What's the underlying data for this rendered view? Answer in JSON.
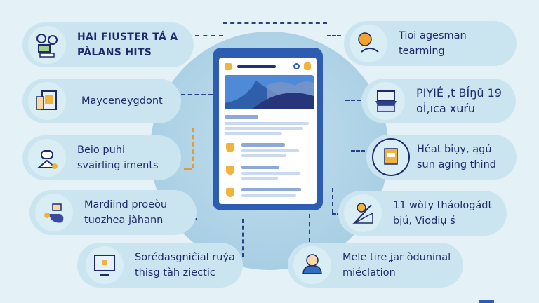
{
  "left_items": [
    {
      "icon": "settings-computer-icon",
      "lines": [
        "HAI FIUSTER TÁ A",
        "PÀLANS HITS"
      ]
    },
    {
      "icon": "document-card-icon",
      "lines": [
        "Mayceneygdont"
      ]
    },
    {
      "icon": "robot-face-icon",
      "lines": [
        "Beio puhi",
        "svairling iments"
      ]
    },
    {
      "icon": "lock-hand-icon",
      "lines": [
        "Mardiind proeòu",
        "tuozhea jàhann"
      ]
    },
    {
      "icon": "monitor-icon",
      "lines": [
        "Sorédasgniĉial ruýa",
        "thisg tàh ziectic"
      ]
    }
  ],
  "right_items": [
    {
      "icon": "coin-bag-icon",
      "lines": [
        "Tioi agesman",
        "tearming"
      ]
    },
    {
      "icon": "storefront-icon",
      "lines": [
        "PIYIÉ ‚t BÍŋŭ 19",
        "oÍ‚ıca xuŕu"
      ]
    },
    {
      "icon": "clipboard-icon",
      "lines": [
        "Héat biụy, ągú",
        "sun aging thind"
      ]
    },
    {
      "icon": "chart-person-icon",
      "lines": [
        "11 wòty tháologádt",
        "bịú, Viodiụ ś"
      ]
    },
    {
      "icon": "character-icon",
      "lines": [
        "Mele tire ʝar òduninal",
        "miéclation"
      ]
    }
  ],
  "colors": {
    "text": "#1f2a6c",
    "accent": "#f2b33d",
    "phone": "#2d5db0",
    "background": "#e4f2f8"
  }
}
